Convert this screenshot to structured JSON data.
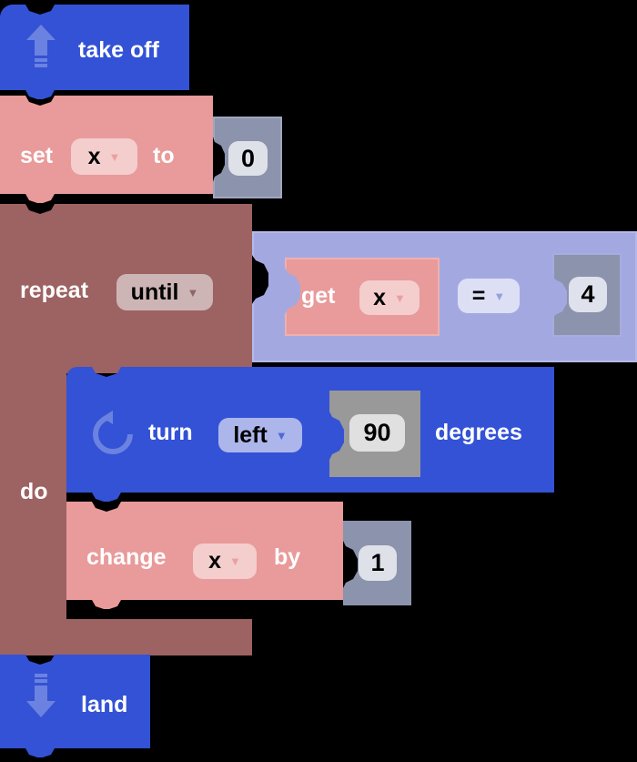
{
  "program": {
    "blocks": [
      {
        "id": "take-off",
        "type": "action",
        "icon": "arrow-up-icon",
        "label": "take off",
        "color": "#3352d6"
      },
      {
        "id": "set-variable",
        "type": "variable-set",
        "prefix_label": "set",
        "variable": "x",
        "mid_label": "to",
        "value": "0",
        "color": "#e99a9a",
        "value_block_color": "#8c93ad"
      },
      {
        "id": "repeat-loop",
        "type": "control-loop",
        "prefix_label": "repeat",
        "mode": "until",
        "body_label": "do",
        "color": "#9d6262",
        "condition": {
          "id": "compare",
          "color": "#a3a9e0",
          "left": {
            "id": "get-variable",
            "prefix_label": "get",
            "variable": "x",
            "color": "#e99a9a"
          },
          "operator": "=",
          "right": {
            "value": "4",
            "color": "#8c93ad"
          }
        },
        "body": [
          {
            "id": "turn",
            "type": "action",
            "icon": "rotate-cw-icon",
            "prefix_label": "turn",
            "direction": "left",
            "amount": "90",
            "suffix_label": "degrees",
            "color": "#3352d6",
            "value_block_color": "#999999"
          },
          {
            "id": "change-variable",
            "type": "variable-change",
            "prefix_label": "change",
            "variable": "x",
            "mid_label": "by",
            "value": "1",
            "color": "#e99a9a",
            "value_block_color": "#8c93ad"
          }
        ]
      },
      {
        "id": "land",
        "type": "action",
        "icon": "arrow-down-icon",
        "label": "land",
        "color": "#3352d6"
      }
    ]
  },
  "dropdown_arrow": "▼"
}
